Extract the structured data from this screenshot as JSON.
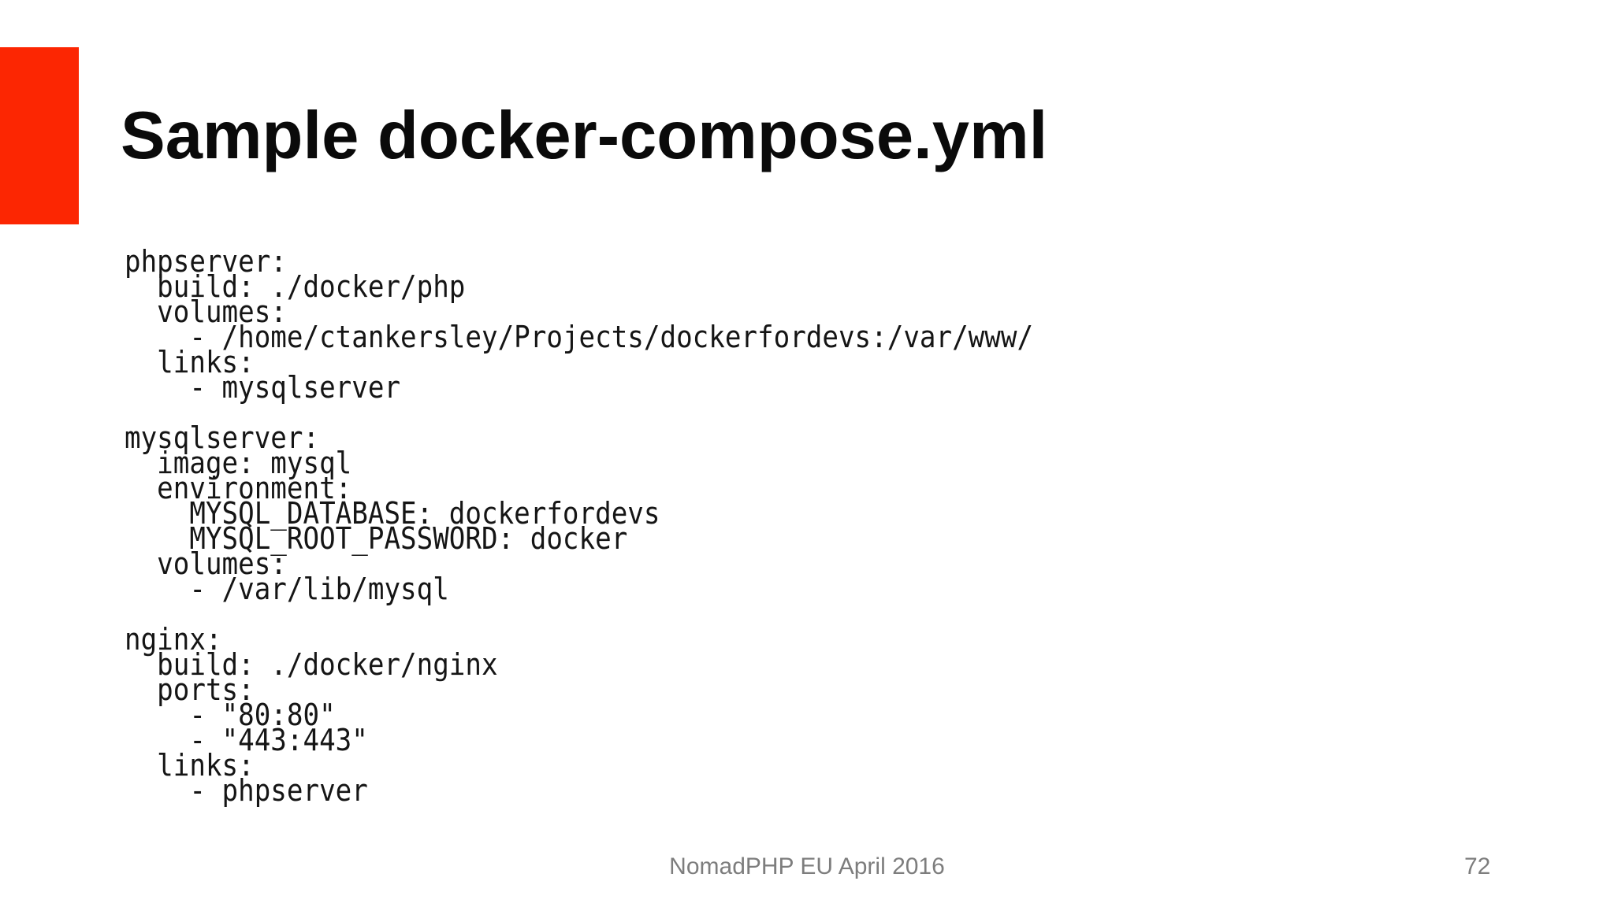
{
  "slide": {
    "background": "#ffffff",
    "accent_color": "#fc2602",
    "title": "Sample docker-compose.yml",
    "title_color": "#0a0a0a",
    "code_color": "#151515",
    "code": "phpserver:\n  build: ./docker/php\n  volumes:\n    - /home/ctankersley/Projects/dockerfordevs:/var/www/\n  links:\n    - mysqlserver\n\nmysqlserver:\n  image: mysql\n  environment:\n    MYSQL_DATABASE: dockerfordevs\n    MYSQL_ROOT_PASSWORD: docker\n  volumes:\n    - /var/lib/mysql\n\nnginx:\n  build: ./docker/nginx\n  ports:\n    - \"80:80\"\n    - \"443:443\"\n  links:\n    - phpserver",
    "footer": {
      "label": "NomadPHP EU April 2016",
      "page_number": "72",
      "color": "#7d7d7d"
    }
  }
}
